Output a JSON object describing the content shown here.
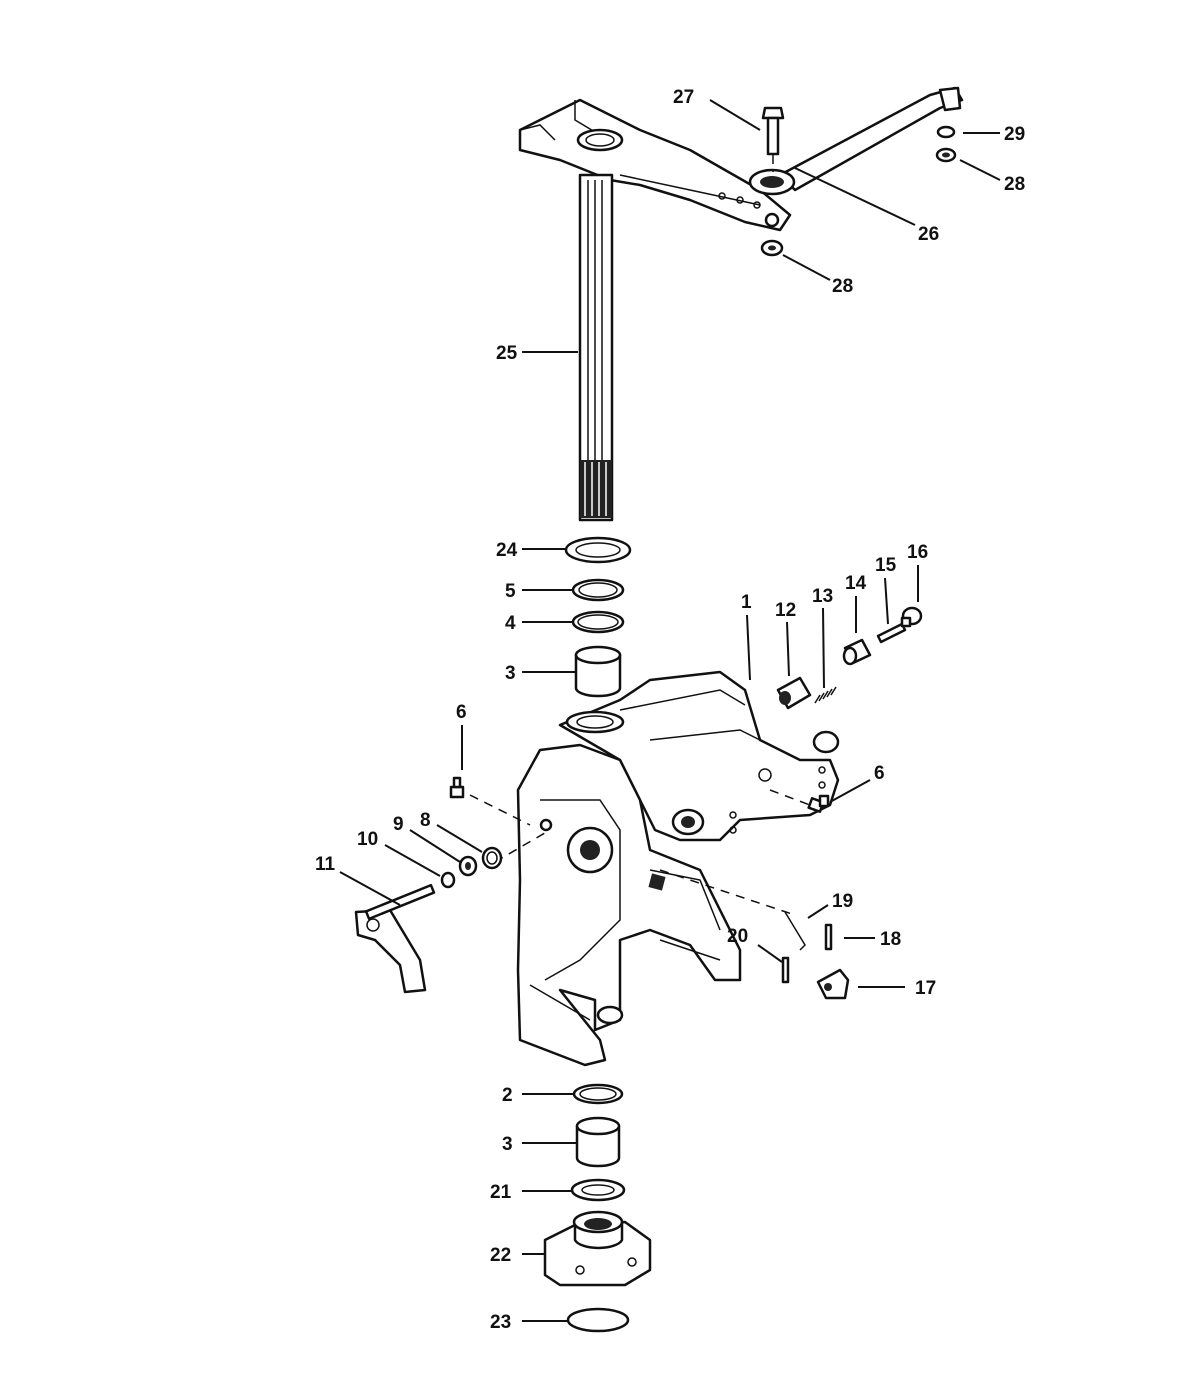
{
  "labels": {
    "l1": "1",
    "l2": "2",
    "l3a": "3",
    "l3b": "3",
    "l4": "4",
    "l5": "5",
    "l6a": "6",
    "l6b": "6",
    "l8": "8",
    "l9": "9",
    "l10": "10",
    "l11": "11",
    "l12": "12",
    "l13": "13",
    "l14": "14",
    "l15": "15",
    "l16": "16",
    "l17": "17",
    "l18": "18",
    "l19": "19",
    "l20": "20",
    "l21": "21",
    "l22": "22",
    "l23": "23",
    "l24": "24",
    "l25": "25",
    "l26": "26",
    "l27": "27",
    "l28a": "28",
    "l28b": "28",
    "l29": "29"
  }
}
